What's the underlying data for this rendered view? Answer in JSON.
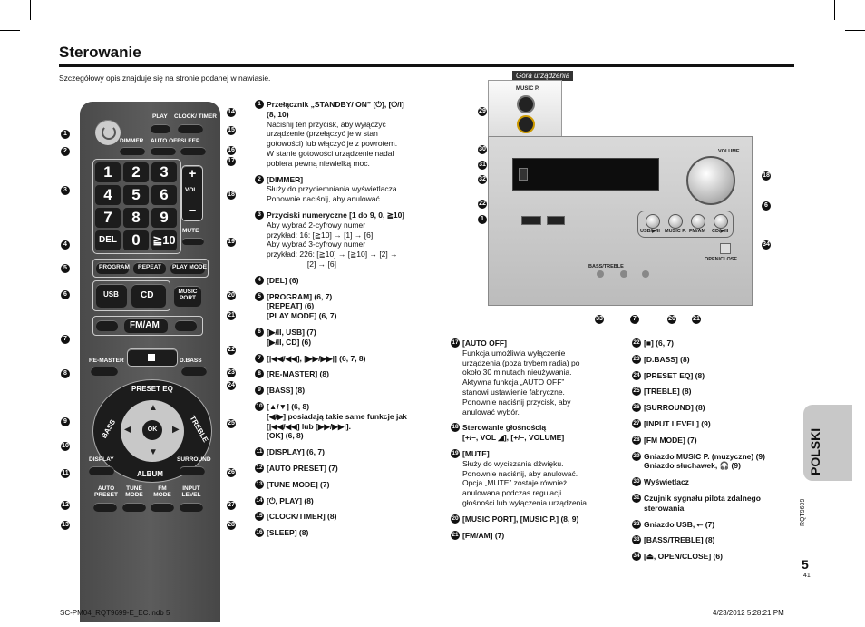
{
  "header": {
    "title": "Sterowanie",
    "intro": "Szczegółowy opis znajduje się na stronie podanej w nawiasie."
  },
  "remote": {
    "play_label": "PLAY",
    "clock_label": "CLOCK/ TIMER",
    "dimmer_label": "DIMMER",
    "auto_off_label": "AUTO OFF",
    "sleep_label": "SLEEP",
    "vol_label": "VOL",
    "del_label": "DEL",
    "mute_label": "MUTE",
    "program_label": "PROGRAM",
    "repeat_label": "REPEAT",
    "play_mode_label": "PLAY MODE",
    "usb_label": "USB",
    "cd_label": "CD",
    "music_port_label": "MUSIC PORT",
    "fm_am_label": "FM/AM",
    "remaster_label": "RE-MASTER",
    "dbass_label": "D.BASS",
    "preset_eq_label": "PRESET EQ",
    "bass_label": "BASS",
    "treble_label": "TREBLE",
    "ok_label": "OK",
    "display_label": "DISPLAY",
    "surround_label": "SURROUND",
    "album_label": "ALBUM",
    "auto_preset_label": "AUTO PRESET",
    "tune_mode_label": "TUNE MODE",
    "fm_mode_label": "FM MODE",
    "input_level_label": "INPUT LEVEL",
    "digits": [
      "1",
      "2",
      "3",
      "4",
      "5",
      "6",
      "7",
      "8",
      "9",
      "0",
      "≧10"
    ]
  },
  "callouts_left": [
    "1",
    "2",
    "3",
    "4",
    "5",
    "6",
    "7",
    "8",
    "9",
    "10",
    "11",
    "12",
    "13"
  ],
  "callouts_right": [
    "14",
    "15",
    "16",
    "17",
    "18",
    "19",
    "20",
    "21",
    "22",
    "23",
    "24",
    "25",
    "26",
    "27",
    "28"
  ],
  "list_col1": [
    {
      "num": "1",
      "lines": [
        "Przełącznik „STANDBY/ ON” [⏻], [⏻/I]",
        "(8, 10)"
      ],
      "desc": [
        "Naciśnij ten przycisk, aby wyłączyć",
        "urządzenie (przełączyć je w stan",
        "gotowości) lub włączyć je z powrotem.",
        "W stanie gotowości urządzenie nadal",
        "pobiera pewną niewielką moc."
      ]
    },
    {
      "num": "2",
      "lines": [
        "[DIMMER]"
      ],
      "desc": [
        "Służy do przyciemniania wyświetlacza.",
        "Ponownie naciśnij, aby anulować."
      ]
    },
    {
      "num": "3",
      "lines": [
        "Przyciski numeryczne  [1 do 9, 0, ≧10]"
      ],
      "desc": [
        "Aby wybrać 2-cyfrowy numer",
        "przykład: 16: [≧10] → [1] → [6]",
        "Aby wybrać 3-cyfrowy numer",
        "przykład: 226: [≧10] → [≧10] → [2] →",
        "                   [2] → [6]"
      ]
    },
    {
      "num": "4",
      "lines": [
        "[DEL] (6)"
      ],
      "desc": []
    },
    {
      "num": "5",
      "lines": [
        "[PROGRAM] (6, 7)",
        "[REPEAT] (6)",
        "[PLAY MODE] (6, 7)"
      ],
      "desc": []
    },
    {
      "num": "6",
      "lines": [
        "[▶/II, USB] (7)",
        "[▶/II, CD] (6)"
      ],
      "desc": []
    },
    {
      "num": "7",
      "lines": [
        "[|◀◀/◀◀], [▶▶/▶▶|] (6, 7, 8)"
      ],
      "desc": []
    },
    {
      "num": "8",
      "lines": [
        "[RE-MASTER] (8)"
      ],
      "desc": []
    },
    {
      "num": "9",
      "lines": [
        "[BASS] (8)"
      ],
      "desc": []
    },
    {
      "num": "10",
      "lines": [
        "[▲/▼] (6, 8)",
        "[◀/▶] posiadają takie same funkcje jak",
        "[|◀◀/◀◀] lub [▶▶/▶▶|].",
        "[OK] (6, 8)"
      ],
      "desc": []
    },
    {
      "num": "11",
      "lines": [
        "[DISPLAY] (6, 7)"
      ],
      "desc": []
    },
    {
      "num": "12",
      "lines": [
        "[AUTO PRESET] (7)"
      ],
      "desc": []
    },
    {
      "num": "13",
      "lines": [
        "[TUNE MODE] (7)"
      ],
      "desc": []
    },
    {
      "num": "14",
      "lines": [
        "[⏻, PLAY] (8)"
      ],
      "desc": []
    },
    {
      "num": "15",
      "lines": [
        "[CLOCK/TIMER] (8)"
      ],
      "desc": []
    },
    {
      "num": "16",
      "lines": [
        "[SLEEP] (8)"
      ],
      "desc": []
    }
  ],
  "list_col2": [
    {
      "num": "17",
      "lines": [
        "[AUTO OFF]"
      ],
      "desc": [
        "Funkcja umożliwia wyłączenie",
        "urządzenia (poza trybem radia) po",
        "około 30 minutach nieużywania.",
        "Aktywna funkcja „AUTO OFF”",
        "stanowi ustawienie fabryczne.",
        "Ponownie naciśnij przycisk, aby",
        "anulować wybór."
      ]
    },
    {
      "num": "18",
      "lines": [
        "Sterowanie głośnością",
        "[+/–, VOL ◢], [+/–, VOLUME]"
      ],
      "desc": []
    },
    {
      "num": "19",
      "lines": [
        "[MUTE]"
      ],
      "desc": [
        "Służy do wyciszania dźwięku.",
        "Ponownie naciśnij, aby anulować.",
        "Opcja „MUTE” zostaje również",
        "anulowana podczas regulacji",
        "głośności lub wyłączenia urządzenia."
      ]
    },
    {
      "num": "20",
      "lines": [
        "[MUSIC PORT], [MUSIC P.] (8, 9)"
      ],
      "desc": []
    },
    {
      "num": "21",
      "lines": [
        "[FM/AM] (7)"
      ],
      "desc": []
    }
  ],
  "list_col3": [
    {
      "num": "22",
      "lines": [
        "[■] (6, 7)"
      ],
      "desc": []
    },
    {
      "num": "23",
      "lines": [
        "[D.BASS] (8)"
      ],
      "desc": []
    },
    {
      "num": "24",
      "lines": [
        "[PRESET EQ] (8)"
      ],
      "desc": []
    },
    {
      "num": "25",
      "lines": [
        "[TREBLE] (8)"
      ],
      "desc": []
    },
    {
      "num": "26",
      "lines": [
        "[SURROUND] (8)"
      ],
      "desc": []
    },
    {
      "num": "27",
      "lines": [
        "[INPUT LEVEL] (9)"
      ],
      "desc": []
    },
    {
      "num": "28",
      "lines": [
        "[FM MODE] (7)"
      ],
      "desc": []
    },
    {
      "num": "29",
      "lines": [
        "Gniazdo MUSIC P. (muzyczne) (9)",
        "Gniazdo słuchawek, 🎧 (9)"
      ],
      "desc": []
    },
    {
      "num": "30",
      "lines": [
        "Wyświetlacz"
      ],
      "desc": []
    },
    {
      "num": "31",
      "lines": [
        "Czujnik sygnału pilota zdalnego",
        "sterowania"
      ],
      "desc": []
    },
    {
      "num": "32",
      "lines": [
        "Gniazdo USB, ⭠ (7)"
      ],
      "desc": []
    },
    {
      "num": "33",
      "lines": [
        "[BASS/TREBLE] (8)"
      ],
      "desc": []
    },
    {
      "num": "34",
      "lines": [
        "[⏏, OPEN/CLOSE] (6)"
      ],
      "desc": []
    }
  ],
  "device": {
    "tag": "Góra urządzenia",
    "music_p": "MUSIC P.",
    "volume": "VOLUME",
    "open_close": "OPEN/CLOSE",
    "bass_treble": "BASS/TREBLE",
    "usb_btn": "USB/▶/II",
    "music_p_btn": "MUSIC P.",
    "fm_am_btn": "FM/AM",
    "cd_btn": "CD/▶/II",
    "callouts": [
      "29",
      "30",
      "31",
      "32",
      "22",
      "1",
      "18",
      "6",
      "34",
      "33",
      "7",
      "20",
      "21"
    ]
  },
  "side_tab": "POLSKI",
  "page": {
    "number": "5",
    "small": "41",
    "code": "RQT9699"
  },
  "footer": {
    "left": "SC-PM04_RQT9699-E_EC.indb   5",
    "right": "4/23/2012   5:28:21 PM"
  }
}
